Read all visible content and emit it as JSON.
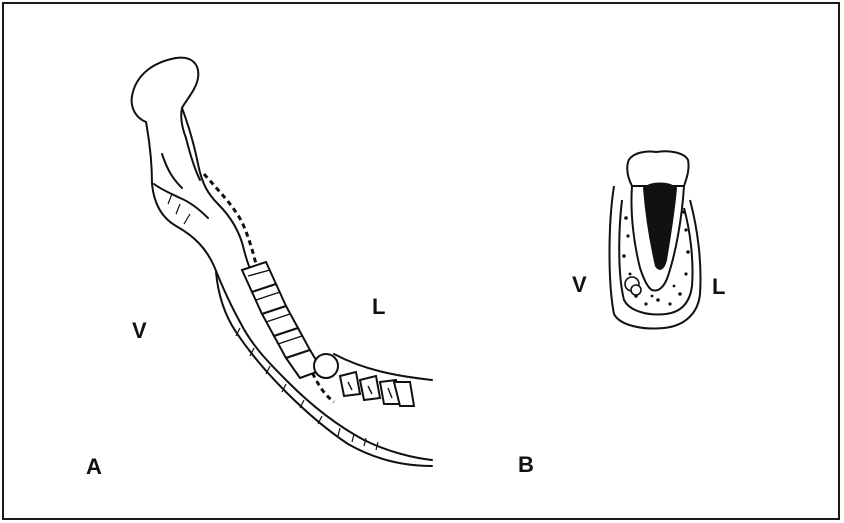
{
  "labels": {
    "panel_a": "A",
    "panel_b": "B",
    "jaw_vestibular": "V",
    "jaw_lingual": "L",
    "tooth_vestibular": "V",
    "tooth_lingual": "L"
  },
  "colors": {
    "ink": "#111111",
    "paper": "#ffffff"
  }
}
